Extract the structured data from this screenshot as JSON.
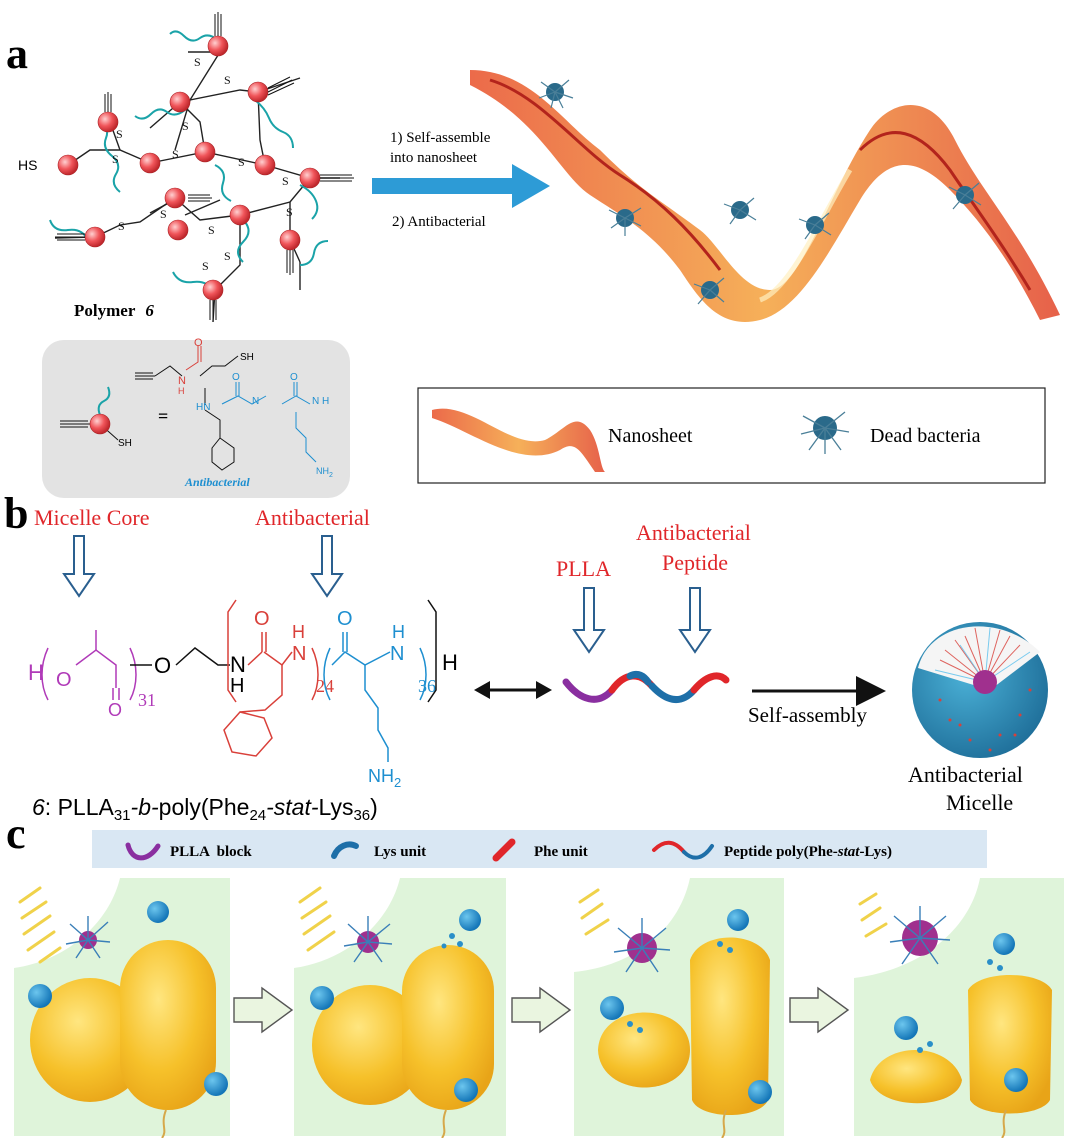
{
  "panel_a": {
    "letter": "a",
    "polymer_label": "Polymer",
    "polymer_number": "6",
    "hs_label": "HS",
    "s_label": "S",
    "step1_line1": "1) Self-assemble",
    "step1_line2": "into nanosheet",
    "step2": "2) Antibacterial",
    "monomer_sh": "SH",
    "equals": "=",
    "monomer_sh_top": "SH",
    "monomer_o": "O",
    "monomer_n": "N",
    "monomer_h": "H",
    "monomer_nh2": "NH",
    "monomer_nh2_sub": "2",
    "antibacterial_tag": "Antibacterial",
    "legend_nanosheet": "Nanosheet",
    "legend_dead_bacteria": "Dead bacteria"
  },
  "panel_b": {
    "letter": "b",
    "label_micelle_core": "Micelle Core",
    "label_antibacterial": "Antibacterial",
    "label_plla": "PLLA",
    "label_peptide_line1": "Antibacterial",
    "label_peptide_line2": "Peptide",
    "self_assembly": "Self-assembly",
    "micelle_line1": "Antibacterial",
    "micelle_line2": "Micelle",
    "sub_31": "31",
    "sub_24": "24",
    "sub_36": "36",
    "atom_h": "H",
    "atom_o": "O",
    "atom_n": "N",
    "atom_nh2": "NH",
    "atom_nh2_sub": "2",
    "caption_prefix": "6",
    "caption_plla": ": PLLA",
    "caption_31": "31",
    "caption_b": "-b-",
    "caption_poly": "poly(Phe",
    "caption_24": "24",
    "caption_stat": "-stat-",
    "caption_lys": "Lys",
    "caption_36": "36",
    "caption_close": ")",
    "colors": {
      "red_label": "#e0262a",
      "magenta": "#b03ab8",
      "blue": "#1e8fd0",
      "red_chain": "#d9403a"
    }
  },
  "panel_c": {
    "letter": "c",
    "legend_plla": "PLLA  block",
    "legend_lys": "Lys unit",
    "legend_phe": "Phe unit",
    "legend_peptide_prefix": "Peptide poly(Phe-",
    "legend_peptide_stat": "stat",
    "legend_peptide_suffix": "-Lys)"
  }
}
